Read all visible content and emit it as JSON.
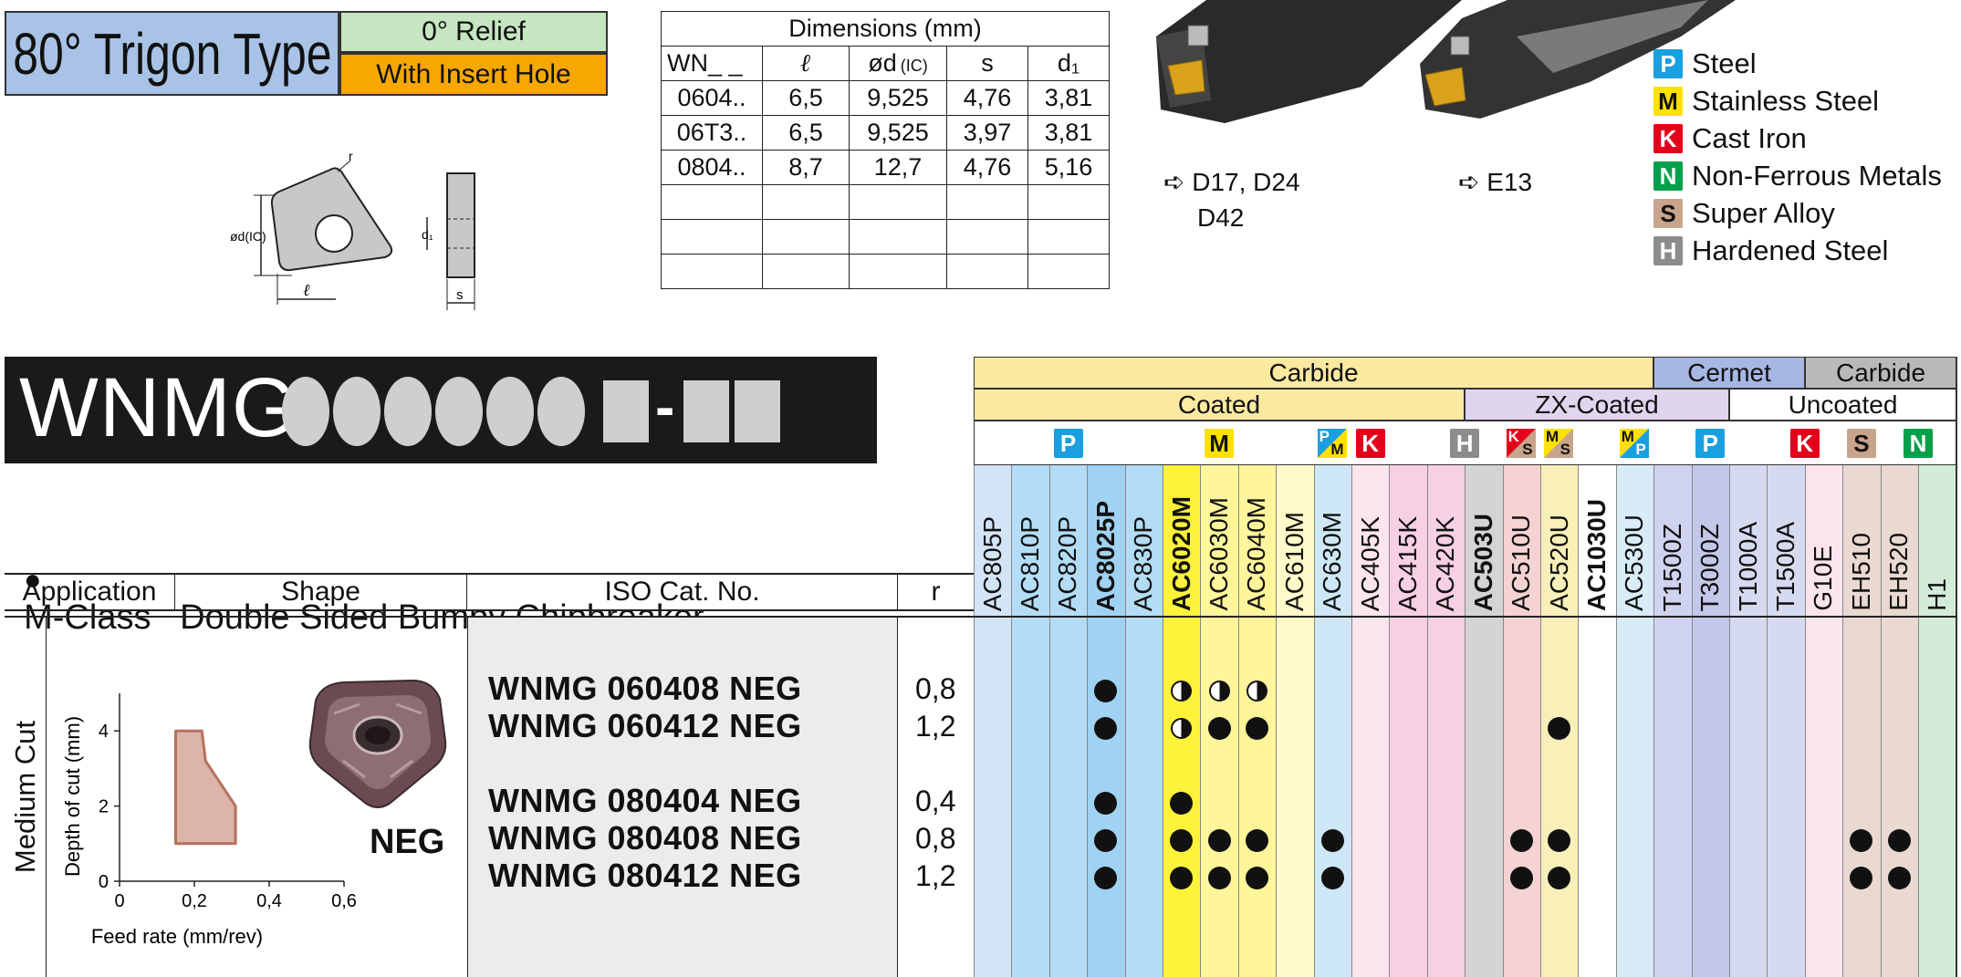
{
  "header": {
    "title": "80° Trigon Type",
    "relief": "0° Relief",
    "insert_hole": "With Insert Hole"
  },
  "diagram": {
    "label_r": "r",
    "label_od": "ød(IC)",
    "label_l": "ℓ",
    "label_d1": "d₁",
    "label_s": "s"
  },
  "dimensions": {
    "title": "Dimensions (mm)",
    "headers": [
      "WN_ _",
      "ℓ",
      "ød",
      "(IC)",
      "s",
      "d₁"
    ],
    "rows": [
      [
        "0604..",
        "6,5",
        "9,525",
        "4,76",
        "3,81"
      ],
      [
        "06T3..",
        "6,5",
        "9,525",
        "3,97",
        "3,81"
      ],
      [
        "0804..",
        "8,7",
        "12,7",
        "4,76",
        "5,16"
      ]
    ]
  },
  "holders": [
    {
      "ref1": "➪ D17, D24",
      "ref2": "D42"
    },
    {
      "ref1": "➪ E13",
      "ref2": ""
    }
  ],
  "legend": [
    {
      "letter": "P",
      "text": "Steel",
      "bg": "#1a9fe0",
      "fg": "#ffffff"
    },
    {
      "letter": "M",
      "text": "Stainless Steel",
      "bg": "#ffe100",
      "fg": "#111111"
    },
    {
      "letter": "K",
      "text": "Cast Iron",
      "bg": "#e3001b",
      "fg": "#ffffff"
    },
    {
      "letter": "N",
      "text": "Non-Ferrous Metals",
      "bg": "#00a04a",
      "fg": "#ffffff"
    },
    {
      "letter": "S",
      "text": "Super Alloy",
      "bg": "#c8a48a",
      "fg": "#111111"
    },
    {
      "letter": "H",
      "text": "Hardened Steel",
      "bg": "#8c8c8c",
      "fg": "#ffffff"
    }
  ],
  "code": {
    "prefix": "WNMG",
    "dash": "-"
  },
  "grade_groups": {
    "level1": [
      "Carbide",
      "Cermet",
      "Carbide"
    ],
    "level2": [
      "Coated",
      "ZX-Coated",
      "Uncoated"
    ]
  },
  "iso_badges": [
    "P",
    "M",
    "P",
    "M",
    "K",
    "H",
    "K",
    "S",
    "M",
    "S",
    "P",
    "M",
    "P",
    "K",
    "S",
    "N"
  ],
  "subtitle": {
    "bullet": "●",
    "text": "M-Class   Double Sided Bumpy Chipbreaker"
  },
  "table_headers": {
    "application": "Application",
    "shape": "Shape",
    "iso": "ISO Cat. No.",
    "r": "r"
  },
  "grades": [
    {
      "code": "AC805P",
      "bold": false,
      "bg": "#d4e4f7"
    },
    {
      "code": "AC810P",
      "bold": false,
      "bg": "#b3dcf6"
    },
    {
      "code": "AC820P",
      "bold": false,
      "bg": "#b3dcf6"
    },
    {
      "code": "AC8025P",
      "bold": true,
      "bg": "#9fd2f3"
    },
    {
      "code": "AC830P",
      "bold": false,
      "bg": "#b3dcf6"
    },
    {
      "code": "AC6020M",
      "bold": true,
      "bg": "#fff23a"
    },
    {
      "code": "AC6030M",
      "bold": false,
      "bg": "#fff59a"
    },
    {
      "code": "AC6040M",
      "bold": false,
      "bg": "#fff59a"
    },
    {
      "code": "AC610M",
      "bold": false,
      "bg": "#fffac8"
    },
    {
      "code": "AC630M",
      "bold": false,
      "bg": "#cde7f7"
    },
    {
      "code": "AC405K",
      "bold": false,
      "bg": "#fbe4ee"
    },
    {
      "code": "AC415K",
      "bold": false,
      "bg": "#f7d0e2"
    },
    {
      "code": "AC420K",
      "bold": false,
      "bg": "#f7d0e2"
    },
    {
      "code": "AC503U",
      "bold": true,
      "bg": "#d4d4d4"
    },
    {
      "code": "AC510U",
      "bold": false,
      "bg": "#f5d3d3"
    },
    {
      "code": "AC520U",
      "bold": false,
      "bg": "#f8f0b8"
    },
    {
      "code": "AC1030U",
      "bold": true,
      "bg": "#ffffff"
    },
    {
      "code": "AC530U",
      "bold": false,
      "bg": "#d8ecf8"
    },
    {
      "code": "T1500Z",
      "bold": false,
      "bg": "#cfd3ef"
    },
    {
      "code": "T3000Z",
      "bold": false,
      "bg": "#c3c8ea"
    },
    {
      "code": "T1000A",
      "bold": false,
      "bg": "#d6daf1"
    },
    {
      "code": "T1500A",
      "bold": false,
      "bg": "#d6daf1"
    },
    {
      "code": "G10E",
      "bold": false,
      "bg": "#fbe4ee"
    },
    {
      "code": "EH510",
      "bold": false,
      "bg": "#ead9d1"
    },
    {
      "code": "EH520",
      "bold": false,
      "bg": "#ead9d1"
    },
    {
      "code": "H1",
      "bold": false,
      "bg": "#d3ecd9"
    }
  ],
  "application": "Medium Cut",
  "chart_data": {
    "type": "area",
    "xlabel": "Feed rate (mm/rev)",
    "ylabel": "Depth of cut (mm)",
    "xticks": [
      "0",
      "0,2",
      "0,4",
      "0,6"
    ],
    "yticks": [
      "0",
      "2",
      "4"
    ],
    "xlim": [
      0,
      0.6
    ],
    "ylim": [
      0,
      5
    ],
    "region": [
      [
        0.15,
        1
      ],
      [
        0.15,
        4
      ],
      [
        0.22,
        4
      ],
      [
        0.23,
        3.2
      ],
      [
        0.31,
        2
      ],
      [
        0.31,
        1
      ]
    ],
    "fill": "#dcb4a8",
    "stroke": "#b5725e"
  },
  "chipbreaker": "NEG",
  "products": [
    {
      "no": "WNMG 060408 NEG",
      "r": "0,8",
      "marks": {
        "3": "full",
        "5": "half",
        "6": "half",
        "7": "half"
      }
    },
    {
      "no": "WNMG 060412 NEG",
      "r": "1,2",
      "marks": {
        "3": "full",
        "5": "half",
        "6": "full",
        "7": "full",
        "15": "full"
      }
    },
    {
      "no": "WNMG 080404 NEG",
      "r": "0,4",
      "marks": {
        "3": "full",
        "5": "full"
      }
    },
    {
      "no": "WNMG 080408 NEG",
      "r": "0,8",
      "marks": {
        "3": "full",
        "5": "full",
        "6": "full",
        "7": "full",
        "9": "full",
        "14": "full",
        "15": "full",
        "23": "full",
        "24": "full"
      }
    },
    {
      "no": "WNMG 080412 NEG",
      "r": "1,2",
      "marks": {
        "3": "full",
        "5": "full",
        "6": "full",
        "7": "full",
        "9": "full",
        "14": "full",
        "15": "full",
        "23": "full",
        "24": "full"
      }
    }
  ]
}
